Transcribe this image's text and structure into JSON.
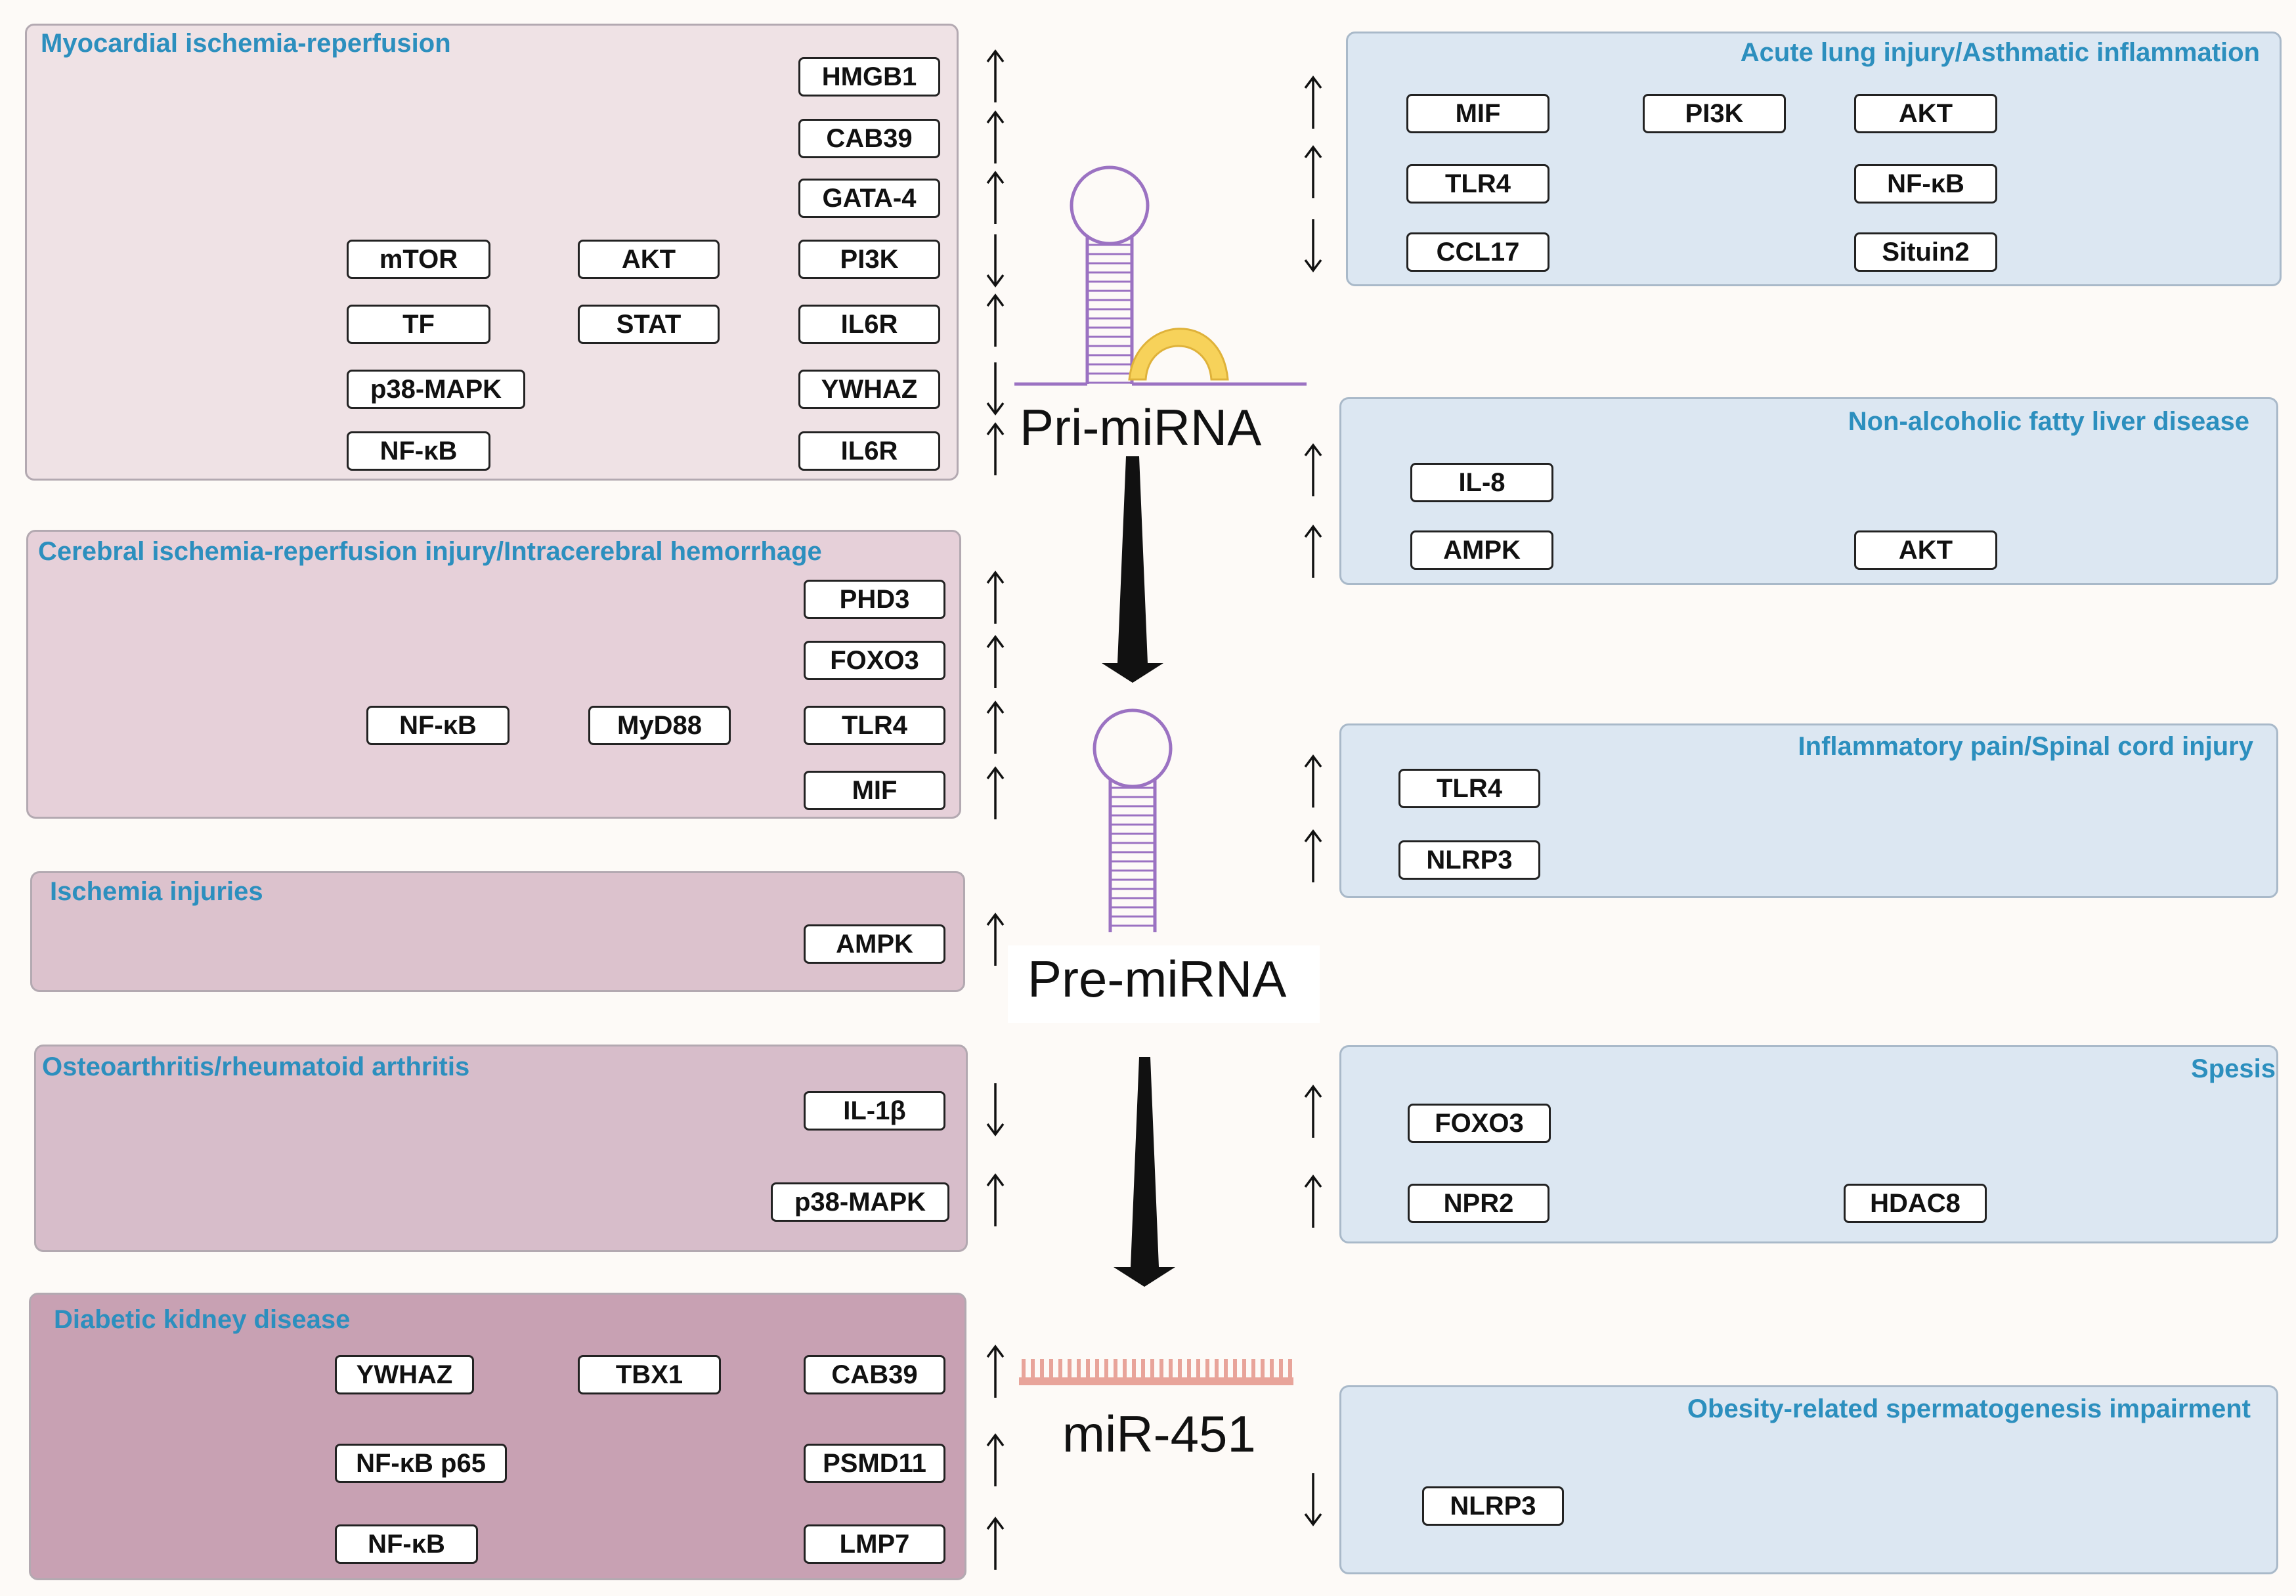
{
  "center": {
    "pri_label": "Pri-miRNA",
    "pre_label": "Pre-miRNA",
    "mature_label": "miR-451"
  },
  "panels": [
    {
      "id": "myocardial",
      "side": "left",
      "title": "Myocardial ischemia-reperfusion",
      "illustration": "heart-icon",
      "rows": [
        {
          "nodes": [
            "HMGB1"
          ],
          "indicator": "up"
        },
        {
          "nodes": [
            "CAB39"
          ],
          "indicator": "up"
        },
        {
          "nodes": [
            "GATA-4"
          ],
          "indicator": "up"
        },
        {
          "nodes": [
            "mTOR",
            "AKT",
            "PI3K"
          ],
          "indicator": "down"
        },
        {
          "nodes": [
            "TF",
            "STAT",
            "IL6R"
          ],
          "indicator": "up"
        },
        {
          "nodes": [
            "p38-MAPK",
            "YWHAZ"
          ],
          "indicator": "down"
        },
        {
          "nodes": [
            "NF-κB",
            "IL6R"
          ],
          "indicator": "up"
        }
      ]
    },
    {
      "id": "cerebral",
      "side": "left",
      "title": "Cerebral ischemia-reperfusion injury/Intracerebral hemorrhage",
      "illustration": "brain-icon",
      "rows": [
        {
          "nodes": [
            "PHD3"
          ],
          "indicator": "up"
        },
        {
          "nodes": [
            "FOXO3"
          ],
          "indicator": "up"
        },
        {
          "nodes": [
            "NF-κB",
            "MyD88",
            "TLR4"
          ],
          "indicator": "up"
        },
        {
          "nodes": [
            "MIF"
          ],
          "indicator": "up"
        }
      ]
    },
    {
      "id": "ischemia",
      "side": "left",
      "title": "Ischemia injuries",
      "illustration": "blood-vessel-icon",
      "rows": [
        {
          "nodes": [
            "AMPK"
          ],
          "indicator": "up"
        }
      ]
    },
    {
      "id": "arthritis",
      "side": "left",
      "title": "Osteoarthritis/rheumatoid arthritis",
      "illustration": "knee-joint-icon",
      "rows": [
        {
          "nodes": [
            "IL-1β"
          ],
          "indicator": "down"
        },
        {
          "nodes": [
            "p38-MAPK"
          ],
          "indicator": "up"
        }
      ]
    },
    {
      "id": "kidney",
      "side": "left",
      "title": "Diabetic kidney disease",
      "illustration": "kidney-icon",
      "rows": [
        {
          "nodes": [
            "YWHAZ",
            "TBX1",
            "CAB39"
          ],
          "indicator": "up"
        },
        {
          "nodes": [
            "NF-κB p65",
            "PSMD11"
          ],
          "indicator": "up"
        },
        {
          "nodes": [
            "NF-κB",
            "LMP7"
          ],
          "indicator": "up"
        }
      ]
    },
    {
      "id": "lung",
      "side": "right",
      "title": "Acute lung injury/Asthmatic inflammation",
      "illustration": "lungs-icon",
      "rows": [
        {
          "nodes": [
            "MIF",
            "PI3K",
            "AKT"
          ],
          "indicator": "up"
        },
        {
          "nodes": [
            "TLR4",
            "NF-κB"
          ],
          "indicator": "up"
        },
        {
          "nodes": [
            "CCL17",
            "Situin2"
          ],
          "indicator": "down"
        }
      ]
    },
    {
      "id": "liver",
      "side": "right",
      "title": "Non-alcoholic fatty liver disease",
      "illustration": "liver-icon",
      "rows": [
        {
          "nodes": [
            "IL-8"
          ],
          "indicator": "up"
        },
        {
          "nodes": [
            "AMPK",
            "AKT"
          ],
          "indicator": "up"
        }
      ]
    },
    {
      "id": "spinal",
      "side": "right",
      "title": "Inflammatory pain/Spinal cord injury",
      "illustration": "spinal-cord-icon",
      "rows": [
        {
          "nodes": [
            "TLR4"
          ],
          "indicator": "up"
        },
        {
          "nodes": [
            "NLRP3"
          ],
          "indicator": "up"
        }
      ]
    },
    {
      "id": "sepsis",
      "side": "right",
      "title": "Spesis",
      "illustration": "bacterium-icon",
      "rows": [
        {
          "nodes": [
            "FOXO3"
          ],
          "indicator": "up"
        },
        {
          "nodes": [
            "NPR2",
            "HDAC8"
          ],
          "indicator": "up"
        }
      ]
    },
    {
      "id": "obesity",
      "side": "right",
      "title": "Obesity-related spermatogenesis impairment",
      "illustration": "sperm-icon",
      "rows": [
        {
          "nodes": [
            "NLRP3"
          ],
          "indicator": "down"
        }
      ]
    }
  ]
}
